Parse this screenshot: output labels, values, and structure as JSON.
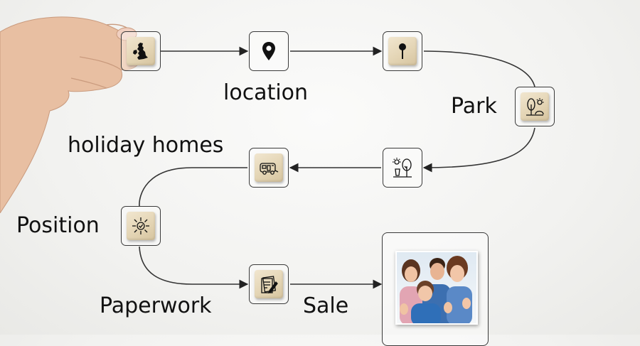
{
  "steps": [
    {
      "label": "",
      "icon": "uk-map-icon"
    },
    {
      "label": "location",
      "icon": "map-pin-icon"
    },
    {
      "label": "",
      "icon": "push-pin-icon"
    },
    {
      "label": "Park",
      "icon": "park-sun-icon"
    },
    {
      "label": "",
      "icon": "tree-sun-icon"
    },
    {
      "label": "holiday homes",
      "icon": "caravan-icon"
    },
    {
      "label": "Position",
      "icon": "positioning-icon"
    },
    {
      "label": "Paperwork",
      "icon": "paperwork-icon"
    },
    {
      "label": "Sale",
      "icon": "family-photo"
    }
  ]
}
